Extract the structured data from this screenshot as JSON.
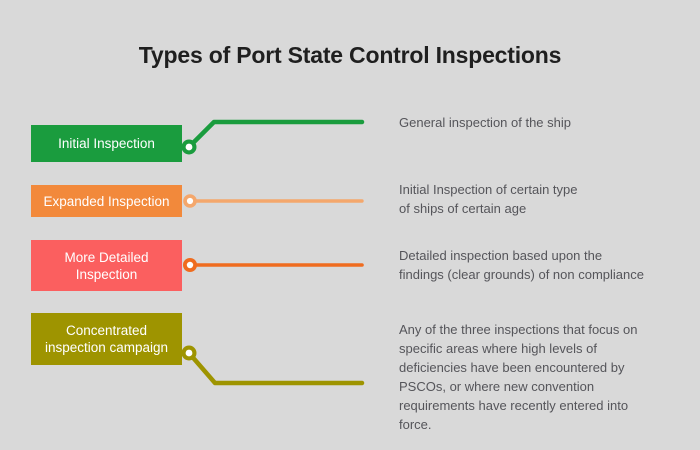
{
  "title": "Types of Port State Control Inspections",
  "background_color": "#d9d9d9",
  "items": [
    {
      "key": "initial",
      "label": "Initial Inspection",
      "description": "General inspection of the ship",
      "box_color": "#1a9c3e",
      "line_color": "#1a9c3e",
      "node_color": "#1a9c3e"
    },
    {
      "key": "expanded",
      "label": "Expanded Inspection",
      "description": "Initial Inspection of certain type\nof ships of certain age",
      "box_color": "#f2893b",
      "line_color": "#f4a76c",
      "node_color": "#f4a76c"
    },
    {
      "key": "more-detailed",
      "label": "More Detailed Inspection",
      "description": "Detailed inspection based upon the\nfindings (clear grounds) of non compliance",
      "box_color": "#fb5f5f",
      "line_color": "#ef6c1f",
      "node_color": "#ef6c1f"
    },
    {
      "key": "concentrated",
      "label": "Concentrated inspection campaign",
      "description": "Any of the three inspections that focus on\nspecific areas where high levels of\ndeficiencies have been encountered by\nPSCOs, or where new convention\nrequirements have recently entered into\nforce.",
      "box_color": "#9e9400",
      "line_color": "#9e9400",
      "node_color": "#9e9400"
    }
  ]
}
